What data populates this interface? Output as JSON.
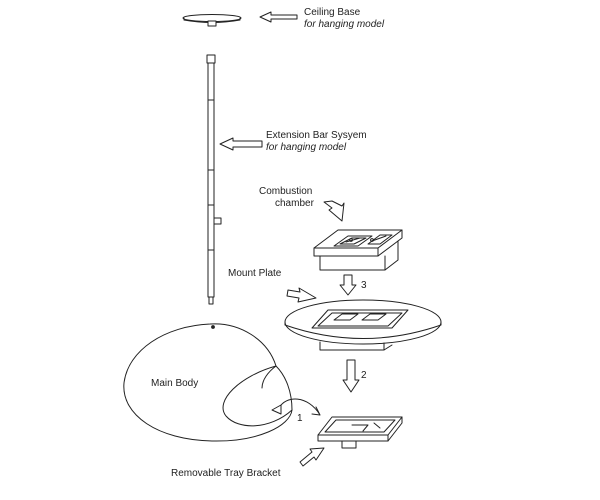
{
  "parts": {
    "ceiling_base": {
      "name": "Ceiling Base",
      "note": "for hanging model"
    },
    "extension_bar": {
      "name": "Extension Bar Sysyem",
      "note": "for hanging model"
    },
    "combustion_chamber": {
      "line1": "Combustion",
      "line2": "chamber"
    },
    "mount_plate": {
      "name": "Mount Plate"
    },
    "main_body": {
      "name": "Main Body"
    },
    "tray_bracket": {
      "name": "Removable Tray Bracket"
    }
  },
  "steps": {
    "step1": "1",
    "step2": "2",
    "step3": "3"
  },
  "colors": {
    "line": "#222222",
    "background": "#ffffff"
  }
}
